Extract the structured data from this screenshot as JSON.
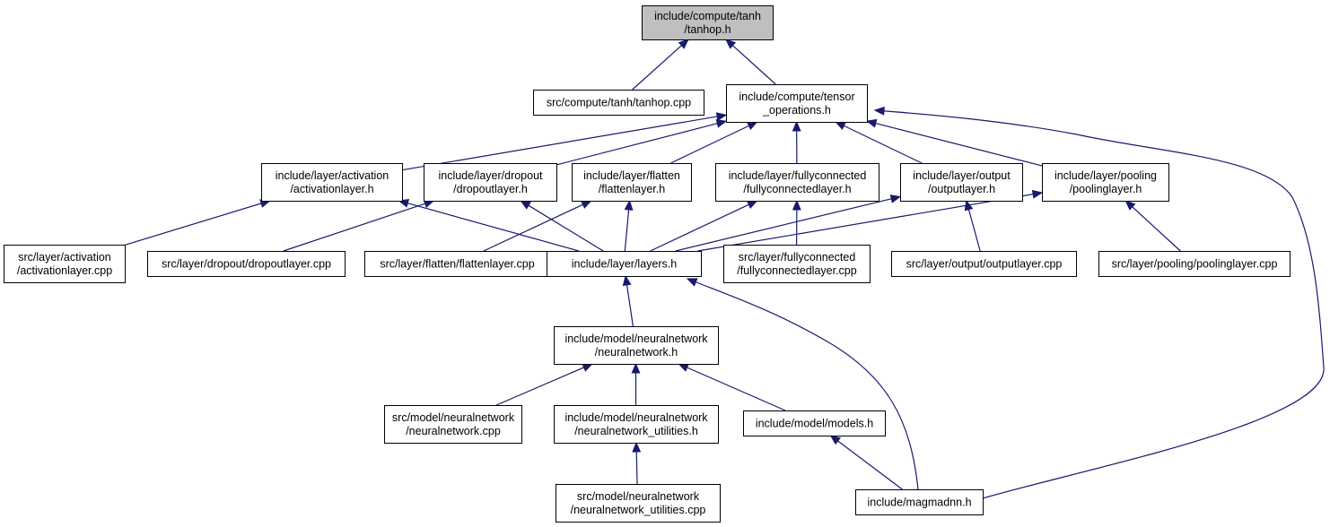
{
  "nodes": {
    "tanhop_h": [
      "include/compute/tanh",
      "/tanhop.h"
    ],
    "tanhop_cpp": [
      "src/compute/tanh/tanhop.cpp"
    ],
    "tensor_operations_h": [
      "include/compute/tensor",
      "_operations.h"
    ],
    "activationlayer_h": [
      "include/layer/activation",
      "/activationlayer.h"
    ],
    "dropoutlayer_h": [
      "include/layer/dropout",
      "/dropoutlayer.h"
    ],
    "flattenlayer_h": [
      "include/layer/flatten",
      "/flattenlayer.h"
    ],
    "fullyconnectedlayer_h": [
      "include/layer/fullyconnected",
      "/fullyconnectedlayer.h"
    ],
    "outputlayer_h": [
      "include/layer/output",
      "/outputlayer.h"
    ],
    "poolinglayer_h": [
      "include/layer/pooling",
      "/poolinglayer.h"
    ],
    "activationlayer_cpp": [
      "src/layer/activation",
      "/activationlayer.cpp"
    ],
    "dropoutlayer_cpp": [
      "src/layer/dropout/dropoutlayer.cpp"
    ],
    "flattenlayer_cpp": [
      "src/layer/flatten/flattenlayer.cpp"
    ],
    "layers_h": [
      "include/layer/layers.h"
    ],
    "fullyconnectedlayer_cpp": [
      "src/layer/fullyconnected",
      "/fullyconnectedlayer.cpp"
    ],
    "outputlayer_cpp": [
      "src/layer/output/outputlayer.cpp"
    ],
    "poolinglayer_cpp": [
      "src/layer/pooling/poolinglayer.cpp"
    ],
    "neuralnetwork_h": [
      "include/model/neuralnetwork",
      "/neuralnetwork.h"
    ],
    "neuralnetwork_cpp": [
      "src/model/neuralnetwork",
      "/neuralnetwork.cpp"
    ],
    "neuralnetwork_utilities_h": [
      "include/model/neuralnetwork",
      "/neuralnetwork_utilities.h"
    ],
    "models_h": [
      "include/model/models.h"
    ],
    "neuralnetwork_utilities_cpp": [
      "src/model/neuralnetwork",
      "/neuralnetwork_utilities.cpp"
    ],
    "magmadnn_h": [
      "include/magmadnn.h"
    ]
  },
  "edges": [
    [
      "tanhop_cpp",
      "tanhop_h"
    ],
    [
      "tensor_operations_h",
      "tanhop_h"
    ],
    [
      "activationlayer_h",
      "tensor_operations_h"
    ],
    [
      "dropoutlayer_h",
      "tensor_operations_h"
    ],
    [
      "flattenlayer_h",
      "tensor_operations_h"
    ],
    [
      "fullyconnectedlayer_h",
      "tensor_operations_h"
    ],
    [
      "outputlayer_h",
      "tensor_operations_h"
    ],
    [
      "poolinglayer_h",
      "tensor_operations_h"
    ],
    [
      "magmadnn_h",
      "tensor_operations_h"
    ],
    [
      "activationlayer_cpp",
      "activationlayer_h"
    ],
    [
      "layers_h",
      "activationlayer_h"
    ],
    [
      "dropoutlayer_cpp",
      "dropoutlayer_h"
    ],
    [
      "layers_h",
      "dropoutlayer_h"
    ],
    [
      "flattenlayer_cpp",
      "flattenlayer_h"
    ],
    [
      "layers_h",
      "flattenlayer_h"
    ],
    [
      "layers_h",
      "fullyconnectedlayer_h"
    ],
    [
      "fullyconnectedlayer_cpp",
      "fullyconnectedlayer_h"
    ],
    [
      "layers_h",
      "outputlayer_h"
    ],
    [
      "outputlayer_cpp",
      "outputlayer_h"
    ],
    [
      "layers_h",
      "poolinglayer_h"
    ],
    [
      "poolinglayer_cpp",
      "poolinglayer_h"
    ],
    [
      "neuralnetwork_h",
      "layers_h"
    ],
    [
      "magmadnn_h",
      "layers_h"
    ],
    [
      "neuralnetwork_cpp",
      "neuralnetwork_h"
    ],
    [
      "neuralnetwork_utilities_h",
      "neuralnetwork_h"
    ],
    [
      "models_h",
      "neuralnetwork_h"
    ],
    [
      "neuralnetwork_utilities_cpp",
      "neuralnetwork_utilities_h"
    ],
    [
      "magmadnn_h",
      "models_h"
    ]
  ],
  "root": "tanhop_h",
  "colors": {
    "edge": "#191970",
    "root_fill": "#bfbfbf",
    "node_fill": "#ffffff",
    "node_border": "#000000"
  }
}
